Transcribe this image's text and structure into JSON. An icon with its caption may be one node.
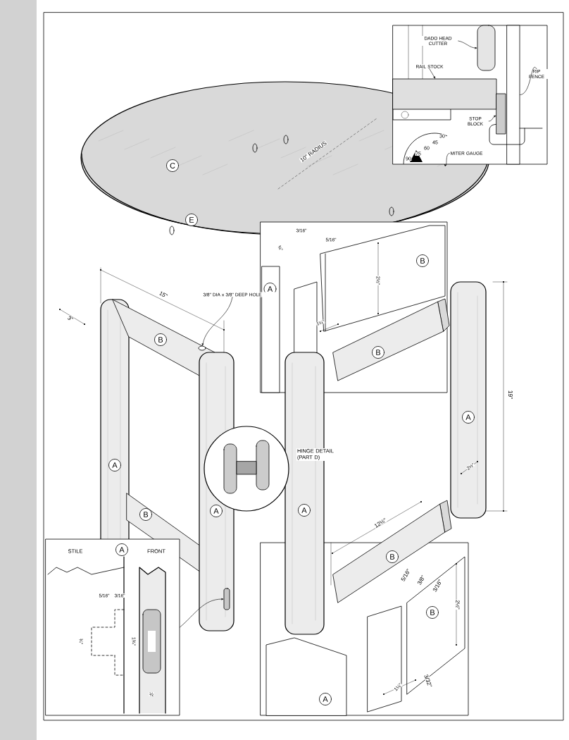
{
  "diagram": {
    "nodes": [
      {
        "text": [],
        "shape": "box"
      },
      {
        "text": [
          "DADO HEAD CUTTER"
        ],
        "in": 0
      },
      {
        "text": [
          "RAIL STOCK"
        ],
        "in": 0
      },
      {
        "text": [
          "RIP FENCE"
        ],
        "in": 0
      },
      {
        "text": [
          "STOP BLOCK"
        ],
        "in": 0
      },
      {
        "text": [
          "MITER GAUGE"
        ],
        "in": 0
      },
      {
        "text": [
          "C"
        ]
      },
      {
        "text": [
          "E"
        ]
      },
      {
        "text": [],
        "shape": "box"
      },
      {
        "text": [
          "B"
        ],
        "in": 8
      },
      {
        "text": [
          "A"
        ],
        "in": 8
      },
      {
        "text": [
          "3/8\" DIA x 3/8\" DEEP HOLE"
        ]
      },
      {
        "text": [
          "B"
        ]
      },
      {
        "text": [
          "B"
        ],
        "in": 8
      },
      {
        "text": [
          "A"
        ]
      },
      {
        "text": [],
        "shape": "circle",
        "beside": [
          "HINGE DETAIL (PART D)"
        ]
      },
      {
        "text": [
          "A"
        ]
      },
      {
        "text": [
          "B"
        ]
      },
      {
        "text": [
          "A"
        ]
      },
      {
        "text": [
          "A"
        ]
      },
      {
        "text": [],
        "shape": "box"
      },
      {
        "text": [
          "A"
        ],
        "in": 20
      },
      {
        "text": [],
        "shape": "box"
      },
      {
        "text": [
          "B"
        ],
        "in": 22
      },
      {
        "text": [
          "B"
        ],
        "in": 22
      },
      {
        "text": [
          "A"
        ],
        "in": 22
      },
      {
        "text": [],
        "shape": "box",
        "in": 0
      },
      {
        "text": [],
        "shape": "box",
        "in": 0
      },
      {
        "text": [],
        "shape": "bar",
        "in": 0
      },
      {
        "text": [],
        "shape": "box",
        "in": 0
      },
      {
        "text": [],
        "shape": "picture",
        "in": 0
      },
      {
        "text": [],
        "shape": "circle"
      },
      {
        "text": [],
        "shape": "box"
      }
    ],
    "edges": [
      {
        "from": 1,
        "to": 26,
        "arrow": "to"
      },
      {
        "from": 2,
        "to": 27,
        "arrow": "to"
      },
      {
        "from": 3,
        "to": 28,
        "arrow": "none"
      },
      {
        "from": 4,
        "to": 29,
        "arrow": "to"
      },
      {
        "from": 5,
        "to": 30,
        "arrow": "to"
      },
      {
        "from": 11,
        "to": 31,
        "arrow": "to"
      },
      {
        "from": 20,
        "to": 32,
        "arrow": "to"
      }
    ],
    "labels": [
      "10\" RADIUS",
      "90",
      "75",
      "60",
      "45",
      "30",
      "3/16\"",
      "5/16\"",
      "¾\"",
      "15\"",
      "3\"",
      "2½\"",
      "1¼\"",
      "19\"",
      "2½\"",
      "12½\"",
      "STILE",
      "FRONT",
      "5/16\"",
      "3/16\"",
      "5/16\"",
      "3/8\"",
      "3/16\"",
      "2½\"",
      "¾\"",
      "1¾\"",
      "1¼\"",
      "3/32\"",
      "½"
    ]
  }
}
